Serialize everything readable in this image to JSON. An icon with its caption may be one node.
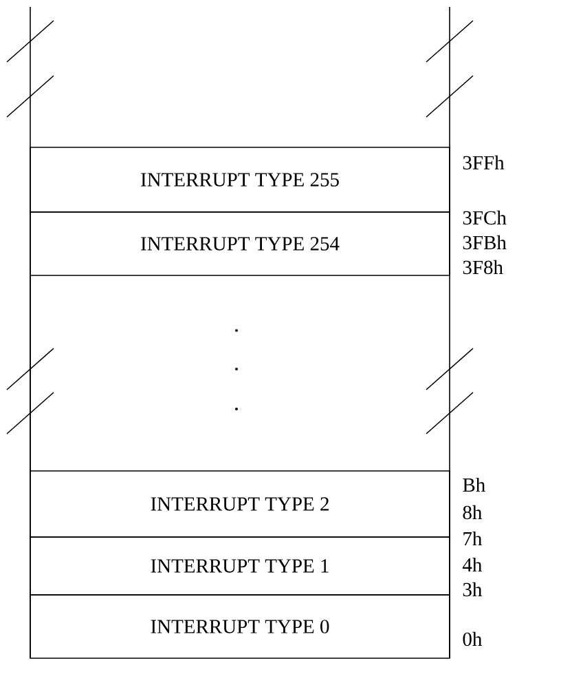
{
  "diagram": {
    "nodes": [
      {
        "text": [
          "INTERRUPT TYPE 255"
        ]
      },
      {
        "text": [
          "INTERRUPT TYPE 254"
        ]
      },
      {
        "text": [
          "INTERRUPT TYPE 2"
        ]
      },
      {
        "text": [
          "INTERRUPT TYPE 1"
        ]
      },
      {
        "text": [
          "INTERRUPT TYPE 0"
        ]
      }
    ],
    "labels": [
      "3FFh",
      "3FCh",
      "3FBh",
      "3F8h",
      "Bh",
      "8h",
      "7h",
      "4h",
      "3h",
      "0h"
    ]
  }
}
